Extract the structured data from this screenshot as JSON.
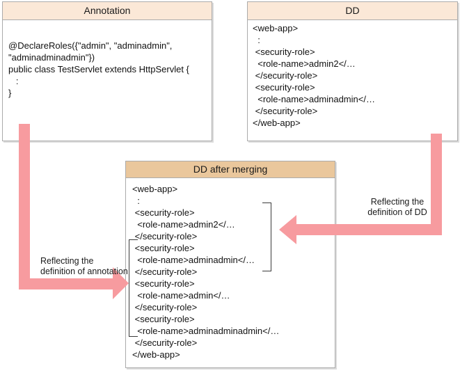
{
  "boxes": {
    "annotation": {
      "title": "Annotation",
      "lines": [
        "@DeclareRoles({\"admin\", \"adminadmin\",",
        "\"adminadminadmin\"})",
        "public class TestServlet extends HttpServlet {",
        "   :",
        "}"
      ]
    },
    "dd": {
      "title": "DD",
      "lines": [
        "<web-app>",
        "  :",
        " <security-role>",
        "  <role-name>admin2</…",
        " </security-role>",
        " <security-role>",
        "  <role-name>adminadmin</…",
        " </security-role>",
        "</web-app>"
      ]
    },
    "merged": {
      "title": "DD after merging",
      "lines": [
        "<web-app>",
        "  :",
        " <security-role>",
        "  <role-name>admin2</…",
        " </security-role>",
        " <security-role>",
        "  <role-name>adminadmin</…",
        " </security-role>",
        " <security-role>",
        "  <role-name>admin</…",
        " </security-role>",
        " <security-role>",
        "  <role-name>adminadminadmin</…",
        " </security-role>",
        "</web-app>"
      ]
    }
  },
  "labels": {
    "annotation_arrow": [
      "Reflecting the",
      "definition of annotation"
    ],
    "dd_arrow": [
      "Reflecting the",
      "definition of DD"
    ]
  },
  "colors": {
    "header_light": "#fbe8d7",
    "header_dark": "#eac79c",
    "arrow": "#f79b9f",
    "box_border": "#ababab",
    "bracket": "#3a3a3a",
    "text": "#111111"
  }
}
